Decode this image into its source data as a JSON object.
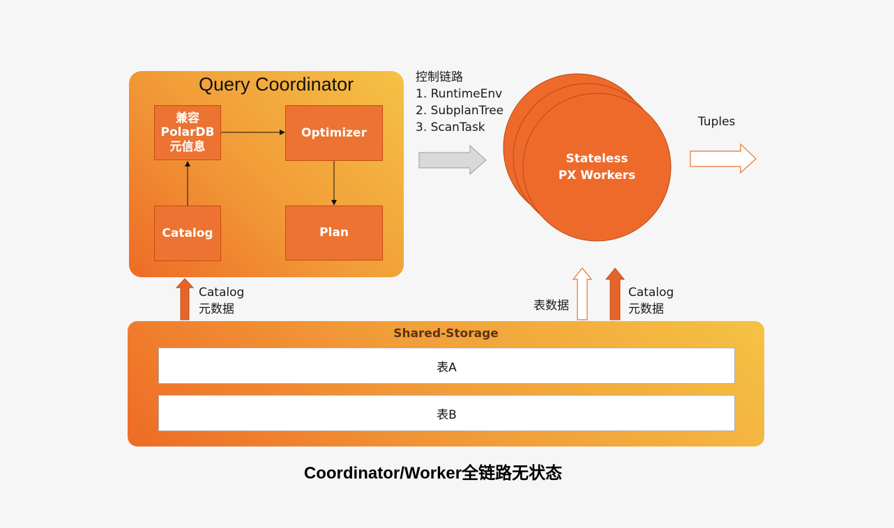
{
  "coordinator": {
    "title": "Query Coordinator",
    "boxes": {
      "compat_line1": "兼容",
      "compat_line2": "PolarDB",
      "compat_line3": "元信息",
      "optimizer": "Optimizer",
      "catalog": "Catalog",
      "plan": "Plan"
    }
  },
  "control_link": {
    "title": "控制链路",
    "items": [
      "1.  RuntimeEnv",
      "2.  SubplanTree",
      "3.  ScanTask"
    ]
  },
  "workers": {
    "line1": "Stateless",
    "line2": "PX Workers"
  },
  "output_label": "Tuples",
  "left_arrow_label": {
    "line1": "Catalog",
    "line2": "元数据"
  },
  "right_arrows": {
    "table_data": "表数据",
    "catalog_line1": "Catalog",
    "catalog_line2": "元数据"
  },
  "storage": {
    "title": "Shared-Storage",
    "tables": [
      "表A",
      "表B"
    ]
  },
  "caption": "Coordinator/Worker全链路无状态",
  "colors": {
    "accent_orange": "#ec7331",
    "panel_gradient_start": "#ee6b26",
    "panel_gradient_end": "#f5c244",
    "worker_fill": "#ee6a2b",
    "arrow_grey": "#d9d9d9"
  }
}
